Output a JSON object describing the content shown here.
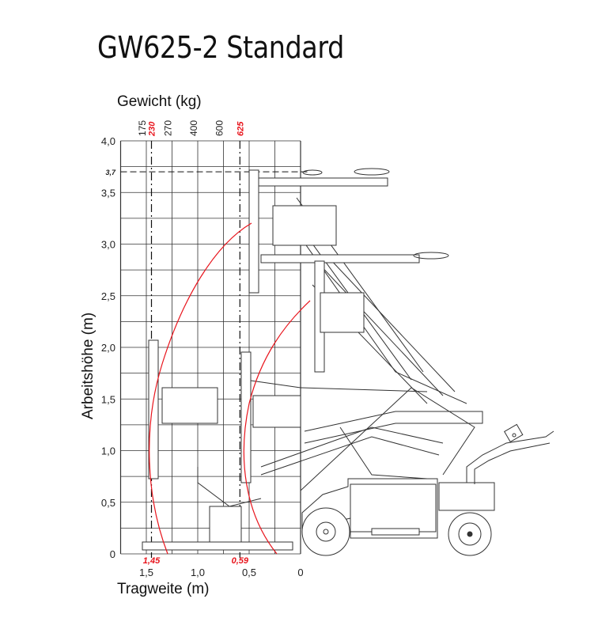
{
  "title": "GW625-2 Standard",
  "top_axis": {
    "label": "Gewicht (kg)",
    "weights": [
      {
        "text": "175",
        "at_m": 1.5,
        "highlight": false
      },
      {
        "text": "230",
        "at_m": 1.45,
        "highlight": true
      },
      {
        "text": "270",
        "at_m": 1.25,
        "highlight": false
      },
      {
        "text": "400",
        "at_m": 1.0,
        "highlight": false
      },
      {
        "text": "600",
        "at_m": 0.75,
        "highlight": false
      },
      {
        "text": "625",
        "at_m": 0.59,
        "highlight": true
      }
    ]
  },
  "y_axis": {
    "label": "Arbeitshöhe (m)",
    "ticks": [
      "0",
      "0,5",
      "1,0",
      "1,5",
      "2,0",
      "2,5",
      "3,0",
      "3,5",
      "4,0"
    ],
    "marker": "3,7"
  },
  "x_axis": {
    "label": "Tragweite (m)",
    "ticks": [
      "1,5",
      "1,0",
      "0,5",
      "0"
    ],
    "markers": [
      "1,45",
      "0,59"
    ]
  },
  "colors": {
    "highlight": "#e8141c",
    "line": "#222222"
  }
}
